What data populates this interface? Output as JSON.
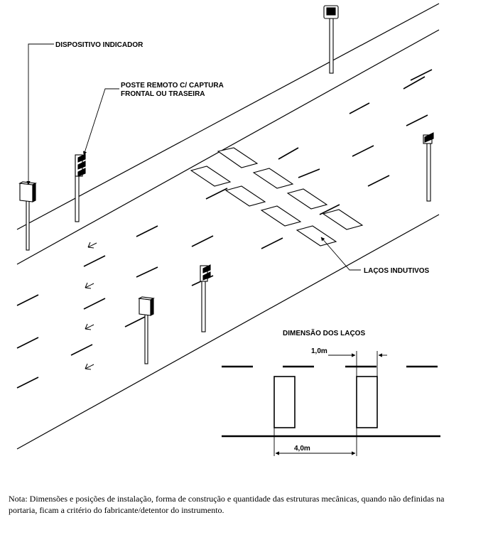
{
  "labels": {
    "indicator_device": "DISPOSITIVO INDICADOR",
    "remote_pole_line1": "POSTE REMOTO C/ CAPTURA",
    "remote_pole_line2": "FRONTAL OU TRASEIRA",
    "inductive_loops": "LAÇOS INDUTIVOS",
    "loop_dimensions_title": "DIMENSÃO DOS LAÇOS",
    "loop_width": "1,0m",
    "loop_spacing": "4,0m"
  },
  "note": "Nota: Dimensões e posições de instalação, forma de construção e quantidade das estruturas mecânicas, quando não definidas na portaria, ficam a critério do fabricante/detentor do instrumento."
}
